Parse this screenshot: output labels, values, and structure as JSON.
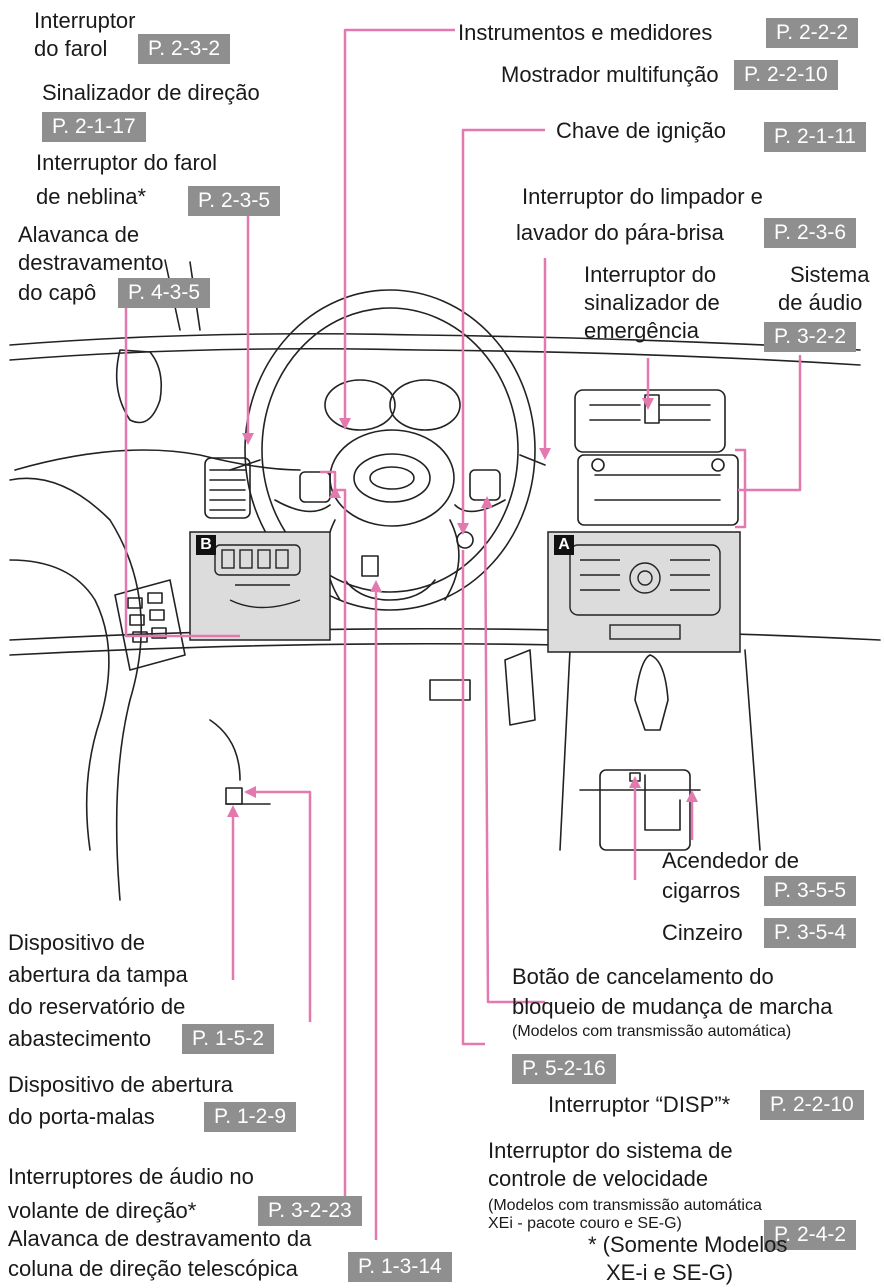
{
  "labels": {
    "interruptor_farol": [
      "Interruptor",
      "do farol"
    ],
    "sinalizador_direcao": "Sinalizador de direção",
    "farol_neblina": [
      "Interruptor do farol",
      "de neblina*"
    ],
    "alavanca_capo": [
      "Alavanca de",
      "destravamento",
      "do capô"
    ],
    "instrumentos": "Instrumentos e medidores",
    "mostrador": "Mostrador multifunção",
    "chave_ignicao": "Chave de ignição",
    "limpador": [
      "Interruptor do limpador e",
      "lavador do pára-brisa"
    ],
    "emergencia": [
      "Interruptor do",
      "sinalizador de",
      "emergência"
    ],
    "audio": [
      "Sistema",
      "de áudio"
    ],
    "acendedor": [
      "Acendedor de",
      "cigarros"
    ],
    "cinzeiro": "Cinzeiro",
    "cancelamento": [
      "Botão de cancelamento do",
      "bloqueio de mudança de marcha"
    ],
    "cancelamento_note": "(Modelos com transmissão automática)",
    "disp": "Interruptor “DISP”*",
    "velocidade": [
      "Interruptor do sistema de",
      "controle de velocidade"
    ],
    "velocidade_note": [
      "(Modelos com transmissão automática",
      "XEi - pacote couro e SE-G)"
    ],
    "tampa_reservatorio": [
      "Dispositivo de",
      "abertura da tampa",
      "do reservatório de",
      "abastecimento"
    ],
    "porta_malas": [
      "Dispositivo de abertura",
      "do porta-malas"
    ],
    "audio_volante": [
      "Interruptores de áudio no",
      "volante de direção*"
    ],
    "coluna_direcao": [
      "Alavanca de destravamento da",
      "coluna de direção telescópica"
    ],
    "footnote": [
      "* (Somente Modelos",
      "XE-i e SE-G)"
    ]
  },
  "refs": {
    "farol": "P. 2-3-2",
    "sinalizador": "P. 2-1-17",
    "neblina": "P. 2-3-5",
    "capo": "P. 4-3-5",
    "instrumentos": "P. 2-2-2",
    "mostrador": "P. 2-2-10",
    "ignicao": "P. 2-1-11",
    "limpador": "P. 2-3-6",
    "audio": "P. 3-2-2",
    "acendedor": "P. 3-5-5",
    "cinzeiro": "P. 3-5-4",
    "cancelamento": "P. 5-2-16",
    "disp": "P. 2-2-10",
    "velocidade": "P. 2-4-2",
    "tampa": "P. 1-5-2",
    "porta_malas": "P. 1-2-9",
    "audio_volante": "P. 3-2-23",
    "coluna": "P. 1-3-14"
  },
  "badges": {
    "a": "A",
    "b": "B"
  },
  "colors": {
    "leader": "#e27ab0",
    "ref_bg": "#8f8f8f",
    "line_art": "#222222"
  }
}
